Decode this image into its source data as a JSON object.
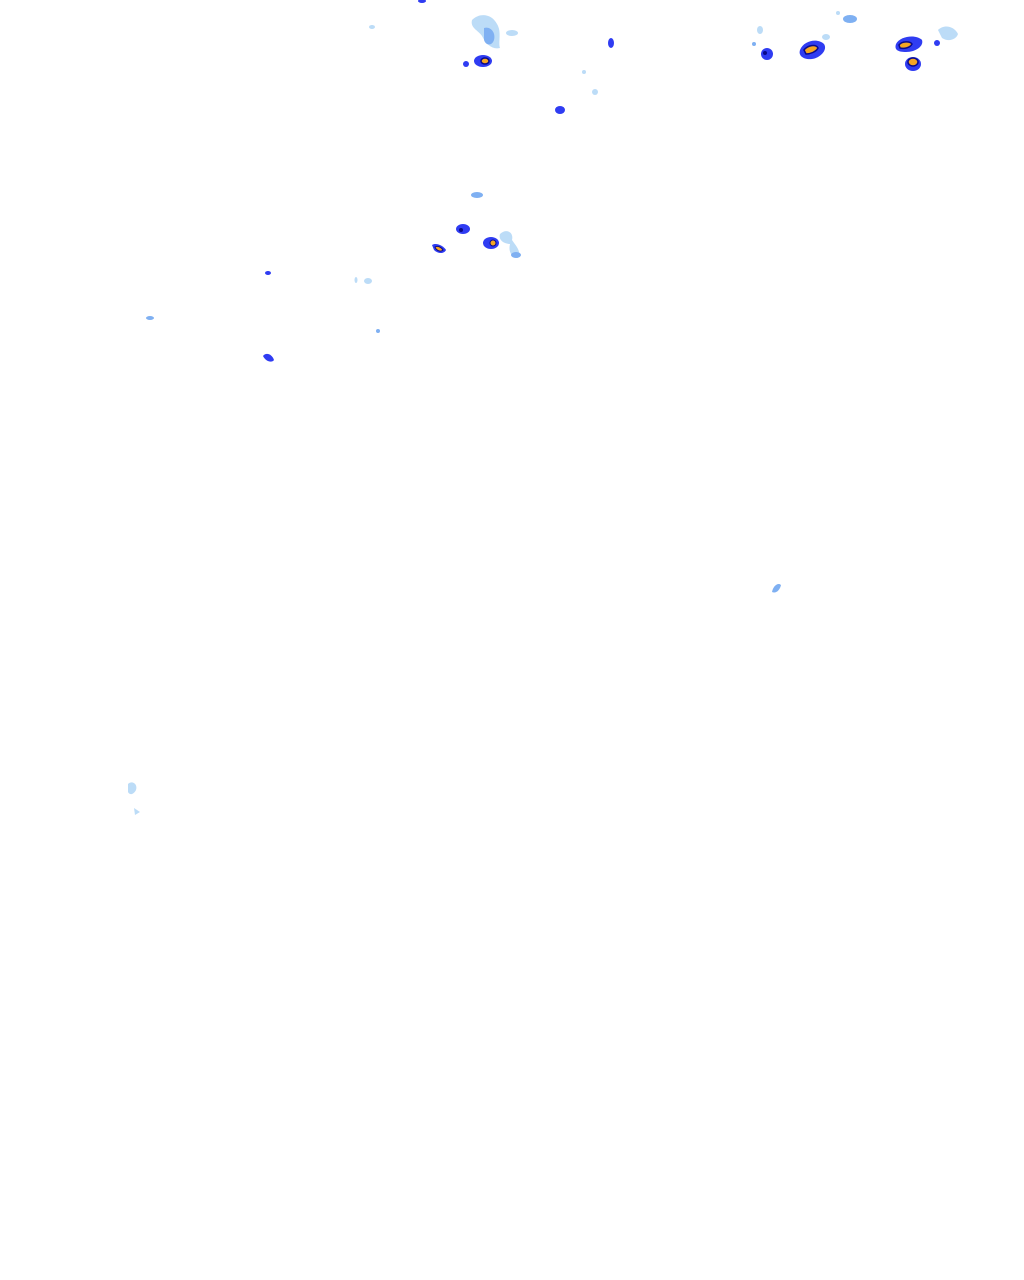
{
  "overlay": {
    "kind": "precipitation-radar-tile",
    "background": "#ffffff",
    "palette": {
      "light": "#bcdcf7",
      "medium": "#7fb0f2",
      "heavy": "#2f3cf2",
      "core": "#0a0a8a",
      "intense": "#f5a623"
    },
    "cells": [
      {
        "id": "c1",
        "intensity": "light"
      },
      {
        "id": "c2",
        "intensity": "medium"
      },
      {
        "id": "c3",
        "intensity": "heavy"
      },
      {
        "id": "c4",
        "intensity": "intense"
      },
      {
        "id": "c5",
        "intensity": "heavy"
      },
      {
        "id": "c6",
        "intensity": "heavy"
      },
      {
        "id": "c7",
        "intensity": "intense"
      },
      {
        "id": "c8",
        "intensity": "intense"
      },
      {
        "id": "c9",
        "intensity": "intense"
      },
      {
        "id": "c10",
        "intensity": "light"
      },
      {
        "id": "c11",
        "intensity": "heavy"
      },
      {
        "id": "c12",
        "intensity": "intense"
      },
      {
        "id": "c13",
        "intensity": "intense"
      },
      {
        "id": "c14",
        "intensity": "medium"
      },
      {
        "id": "c15",
        "intensity": "light"
      },
      {
        "id": "c16",
        "intensity": "heavy"
      },
      {
        "id": "c17",
        "intensity": "light"
      },
      {
        "id": "c18",
        "intensity": "light"
      }
    ]
  }
}
